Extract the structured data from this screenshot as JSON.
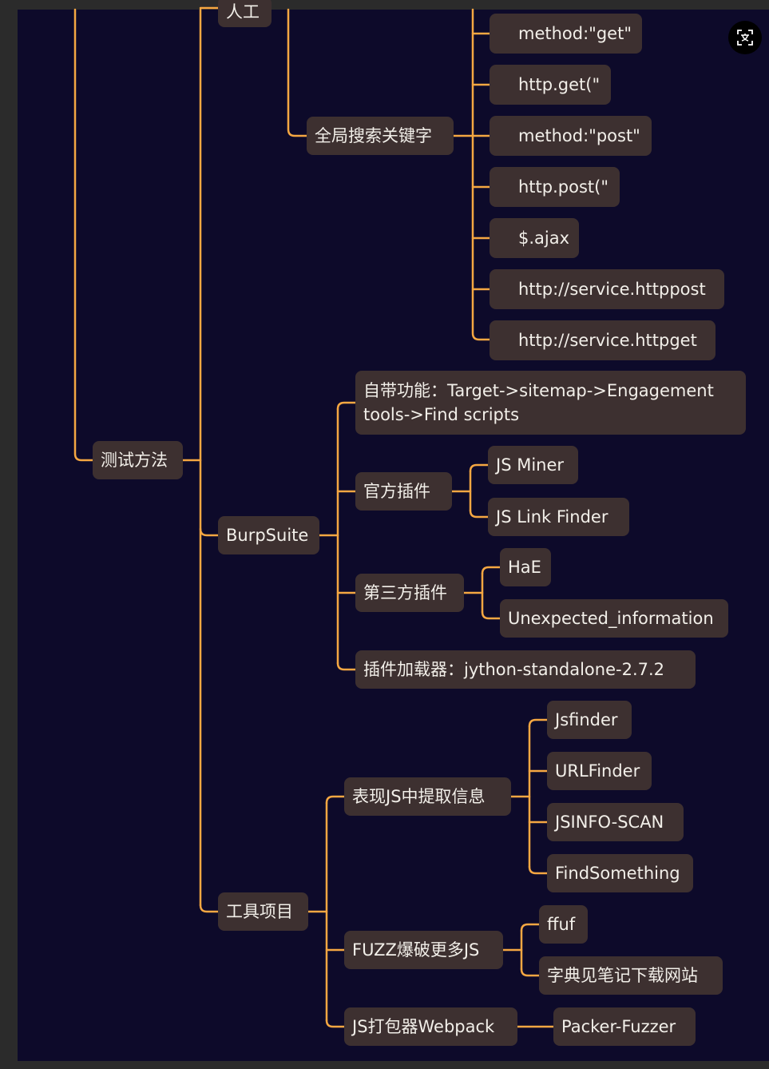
{
  "colors": {
    "background": "#0d0a2a",
    "node": "#3d3030",
    "text": "#f2efe9",
    "line": "#f5a742",
    "frame": "#2b2b2b"
  },
  "icons": {
    "translate": "translate-icon"
  },
  "nodes": {
    "ceshi_fangfa": "测试方法",
    "rengong": "人工",
    "quanju": "全局搜索关键字",
    "kw1": "method:\"get\"",
    "kw2": "http.get(\"",
    "kw3": "method:\"post\"",
    "kw4": "http.post(\"",
    "kw5": "$.ajax",
    "kw6": "http://service.httppost",
    "kw7": "http://service.httpget",
    "burpsuite": "BurpSuite",
    "zidai": "自带功能：Target->sitemap->Engagement tools->Find scripts",
    "guanfang": "官方插件",
    "jsminer": "JS Miner",
    "jslinkfinder": "JS Link Finder",
    "disanfang": "第三方插件",
    "hae": "HaE",
    "unexpected": "Unexpected_information",
    "jiazaiqi": "插件加载器：jython-standalone-2.7.2",
    "gongju": "工具项目",
    "biaoxian": "表现JS中提取信息",
    "jsfinder": "Jsfinder",
    "urlfinder": "URLFinder",
    "jsinfo": "JSINFO-SCAN",
    "findsomething": "FindSomething",
    "fuzz": "FUZZ爆破更多JS",
    "ffuf": "ffuf",
    "zidian": "字典见笔记下载网站",
    "webpack": "JS打包器Webpack",
    "packer": "Packer-Fuzzer"
  }
}
